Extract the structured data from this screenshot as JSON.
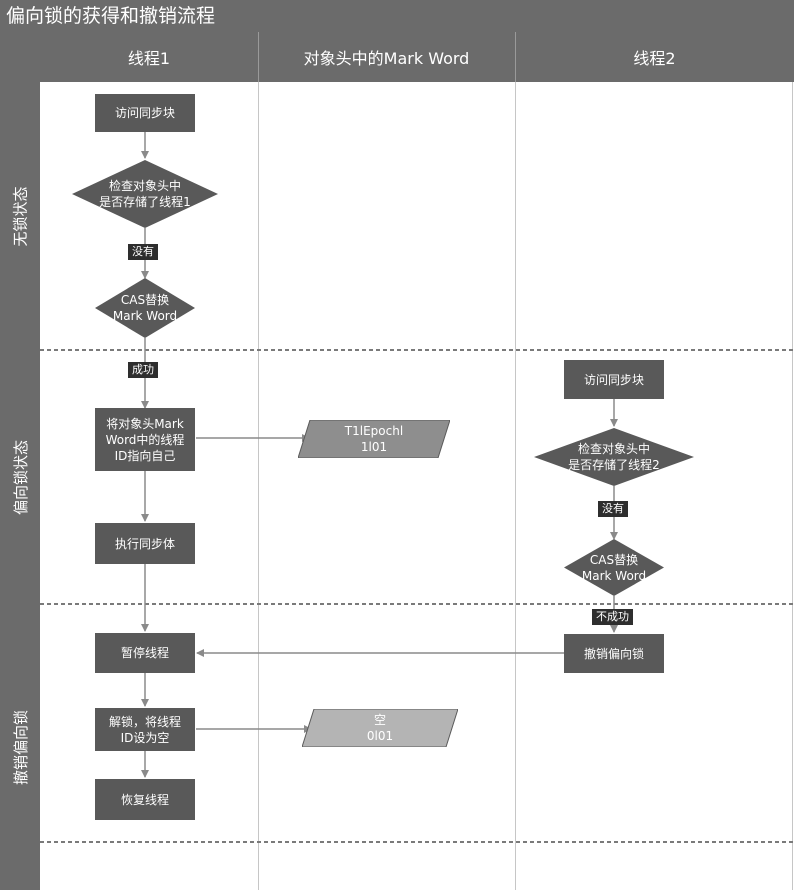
{
  "title": "偏向锁的获得和撤销流程",
  "columns": [
    "线程1",
    "对象头中的Mark Word",
    "线程2"
  ],
  "rows": [
    "无锁状态",
    "偏向锁状态",
    "撤销偏向锁"
  ],
  "thread1": {
    "access_sync_block": "访问同步块",
    "check_header": "检查对象头中\n是否存储了线程1",
    "cas_replace": "CAS替换\nMark Word",
    "set_thread_id": "将对象头Mark\nWord中的线程\nID指向自己",
    "execute_sync_body": "执行同步体",
    "pause_thread": "暂停线程",
    "unlock_clear_id": "解锁，将线程\nID设为空",
    "resume_thread": "恢复线程"
  },
  "mark_word": {
    "biased": "T1lEpochl\n1l01",
    "empty": "空\n0l01"
  },
  "thread2": {
    "access_sync_block": "访问同步块",
    "check_header": "检查对象头中\n是否存储了线程2",
    "cas_replace": "CAS替换\nMark Word",
    "revoke_bias": "撤销偏向锁"
  },
  "tags": {
    "t1_none": "没有",
    "t1_success": "成功",
    "t2_none": "没有",
    "t2_fail": "不成功"
  }
}
